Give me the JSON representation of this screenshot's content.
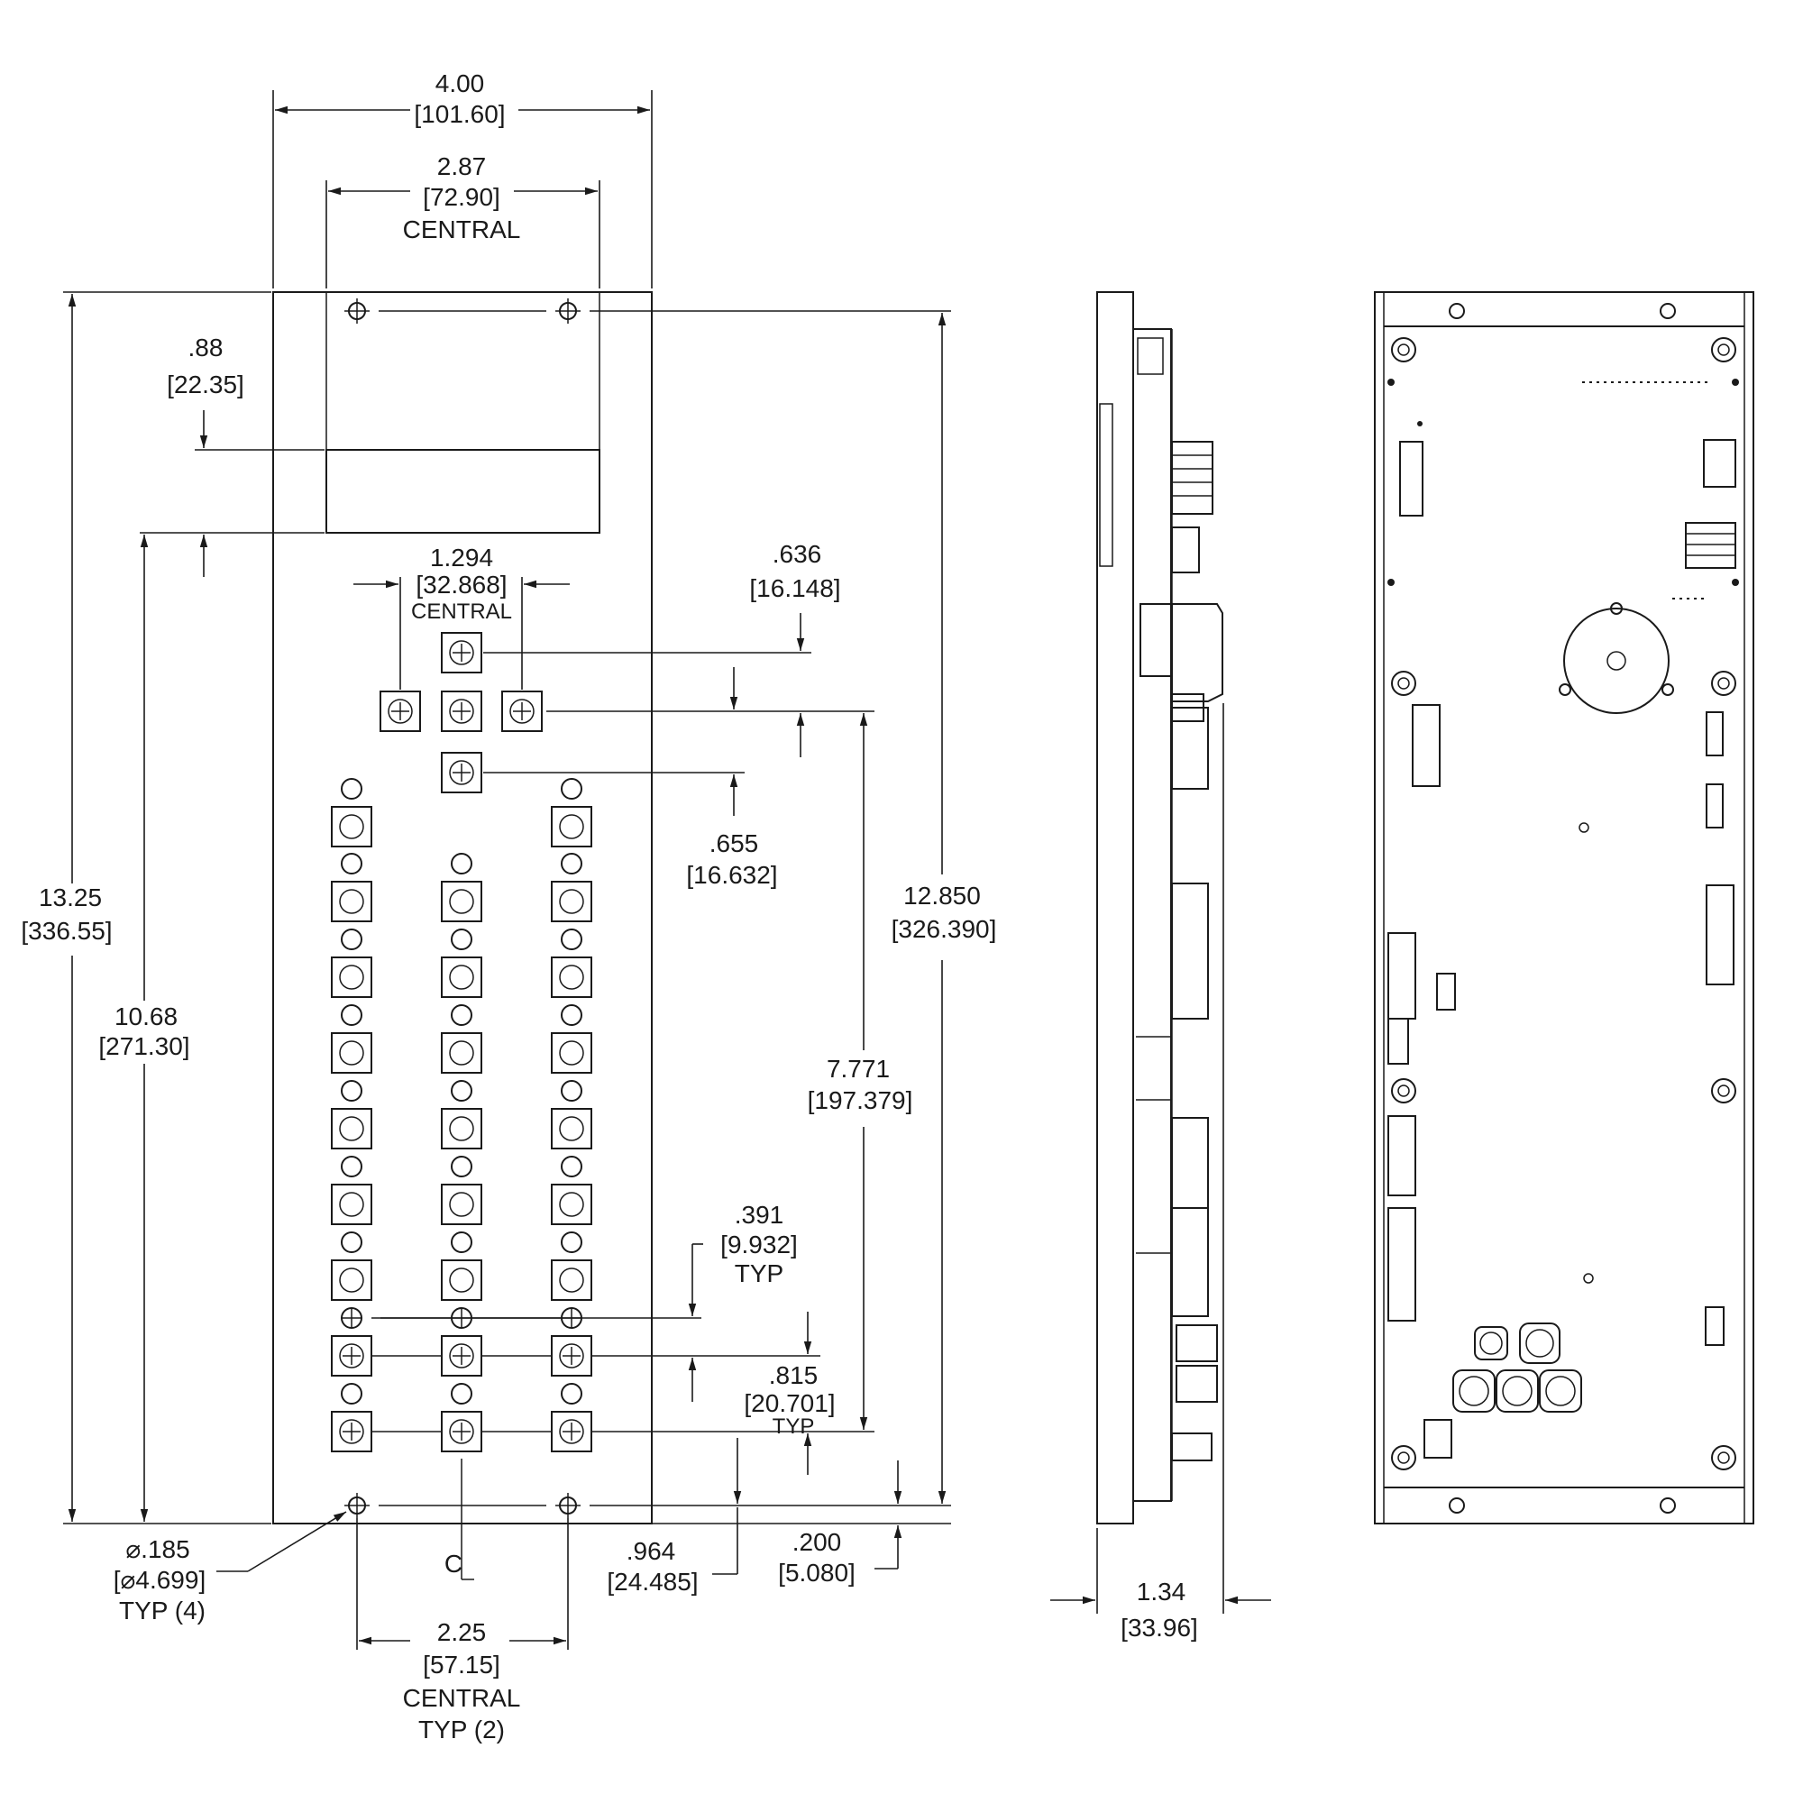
{
  "dimensions": {
    "w_overall": {
      "in": "4.00",
      "mm": "[101.60]"
    },
    "w_central": {
      "in": "2.87",
      "mm": "[72.90]",
      "note": "CENTRAL"
    },
    "h_088": {
      "in": ".88",
      "mm": "[22.35]"
    },
    "h_overall": {
      "in": "13.25",
      "mm": "[336.55]"
    },
    "h_1068": {
      "in": "10.68",
      "mm": "[271.30]"
    },
    "p_1294": {
      "in": "1.294",
      "mm": "[32.868]",
      "note": "CENTRAL"
    },
    "v_636": {
      "in": ".636",
      "mm": "[16.148]"
    },
    "v_655": {
      "in": ".655",
      "mm": "[16.632]"
    },
    "h_12850": {
      "in": "12.850",
      "mm": "[326.390]"
    },
    "h_7771": {
      "in": "7.771",
      "mm": "[197.379]"
    },
    "p_391": {
      "in": ".391",
      "mm": "[9.932]",
      "note": "TYP"
    },
    "p_815": {
      "in": ".815",
      "mm": "[20.701]",
      "note": "TYP"
    },
    "hole": {
      "in": "⌀.185",
      "mm": "[⌀4.699]",
      "note": "TYP (4)"
    },
    "v_964": {
      "in": ".964",
      "mm": "[24.485]"
    },
    "v_200": {
      "in": ".200",
      "mm": "[5.080]"
    },
    "w_225": {
      "in": "2.25",
      "mm": "[57.15]",
      "note1": "CENTRAL",
      "note2": "TYP (2)"
    },
    "depth": {
      "in": "1.34",
      "mm": "[33.96]"
    }
  },
  "centerline": "C"
}
